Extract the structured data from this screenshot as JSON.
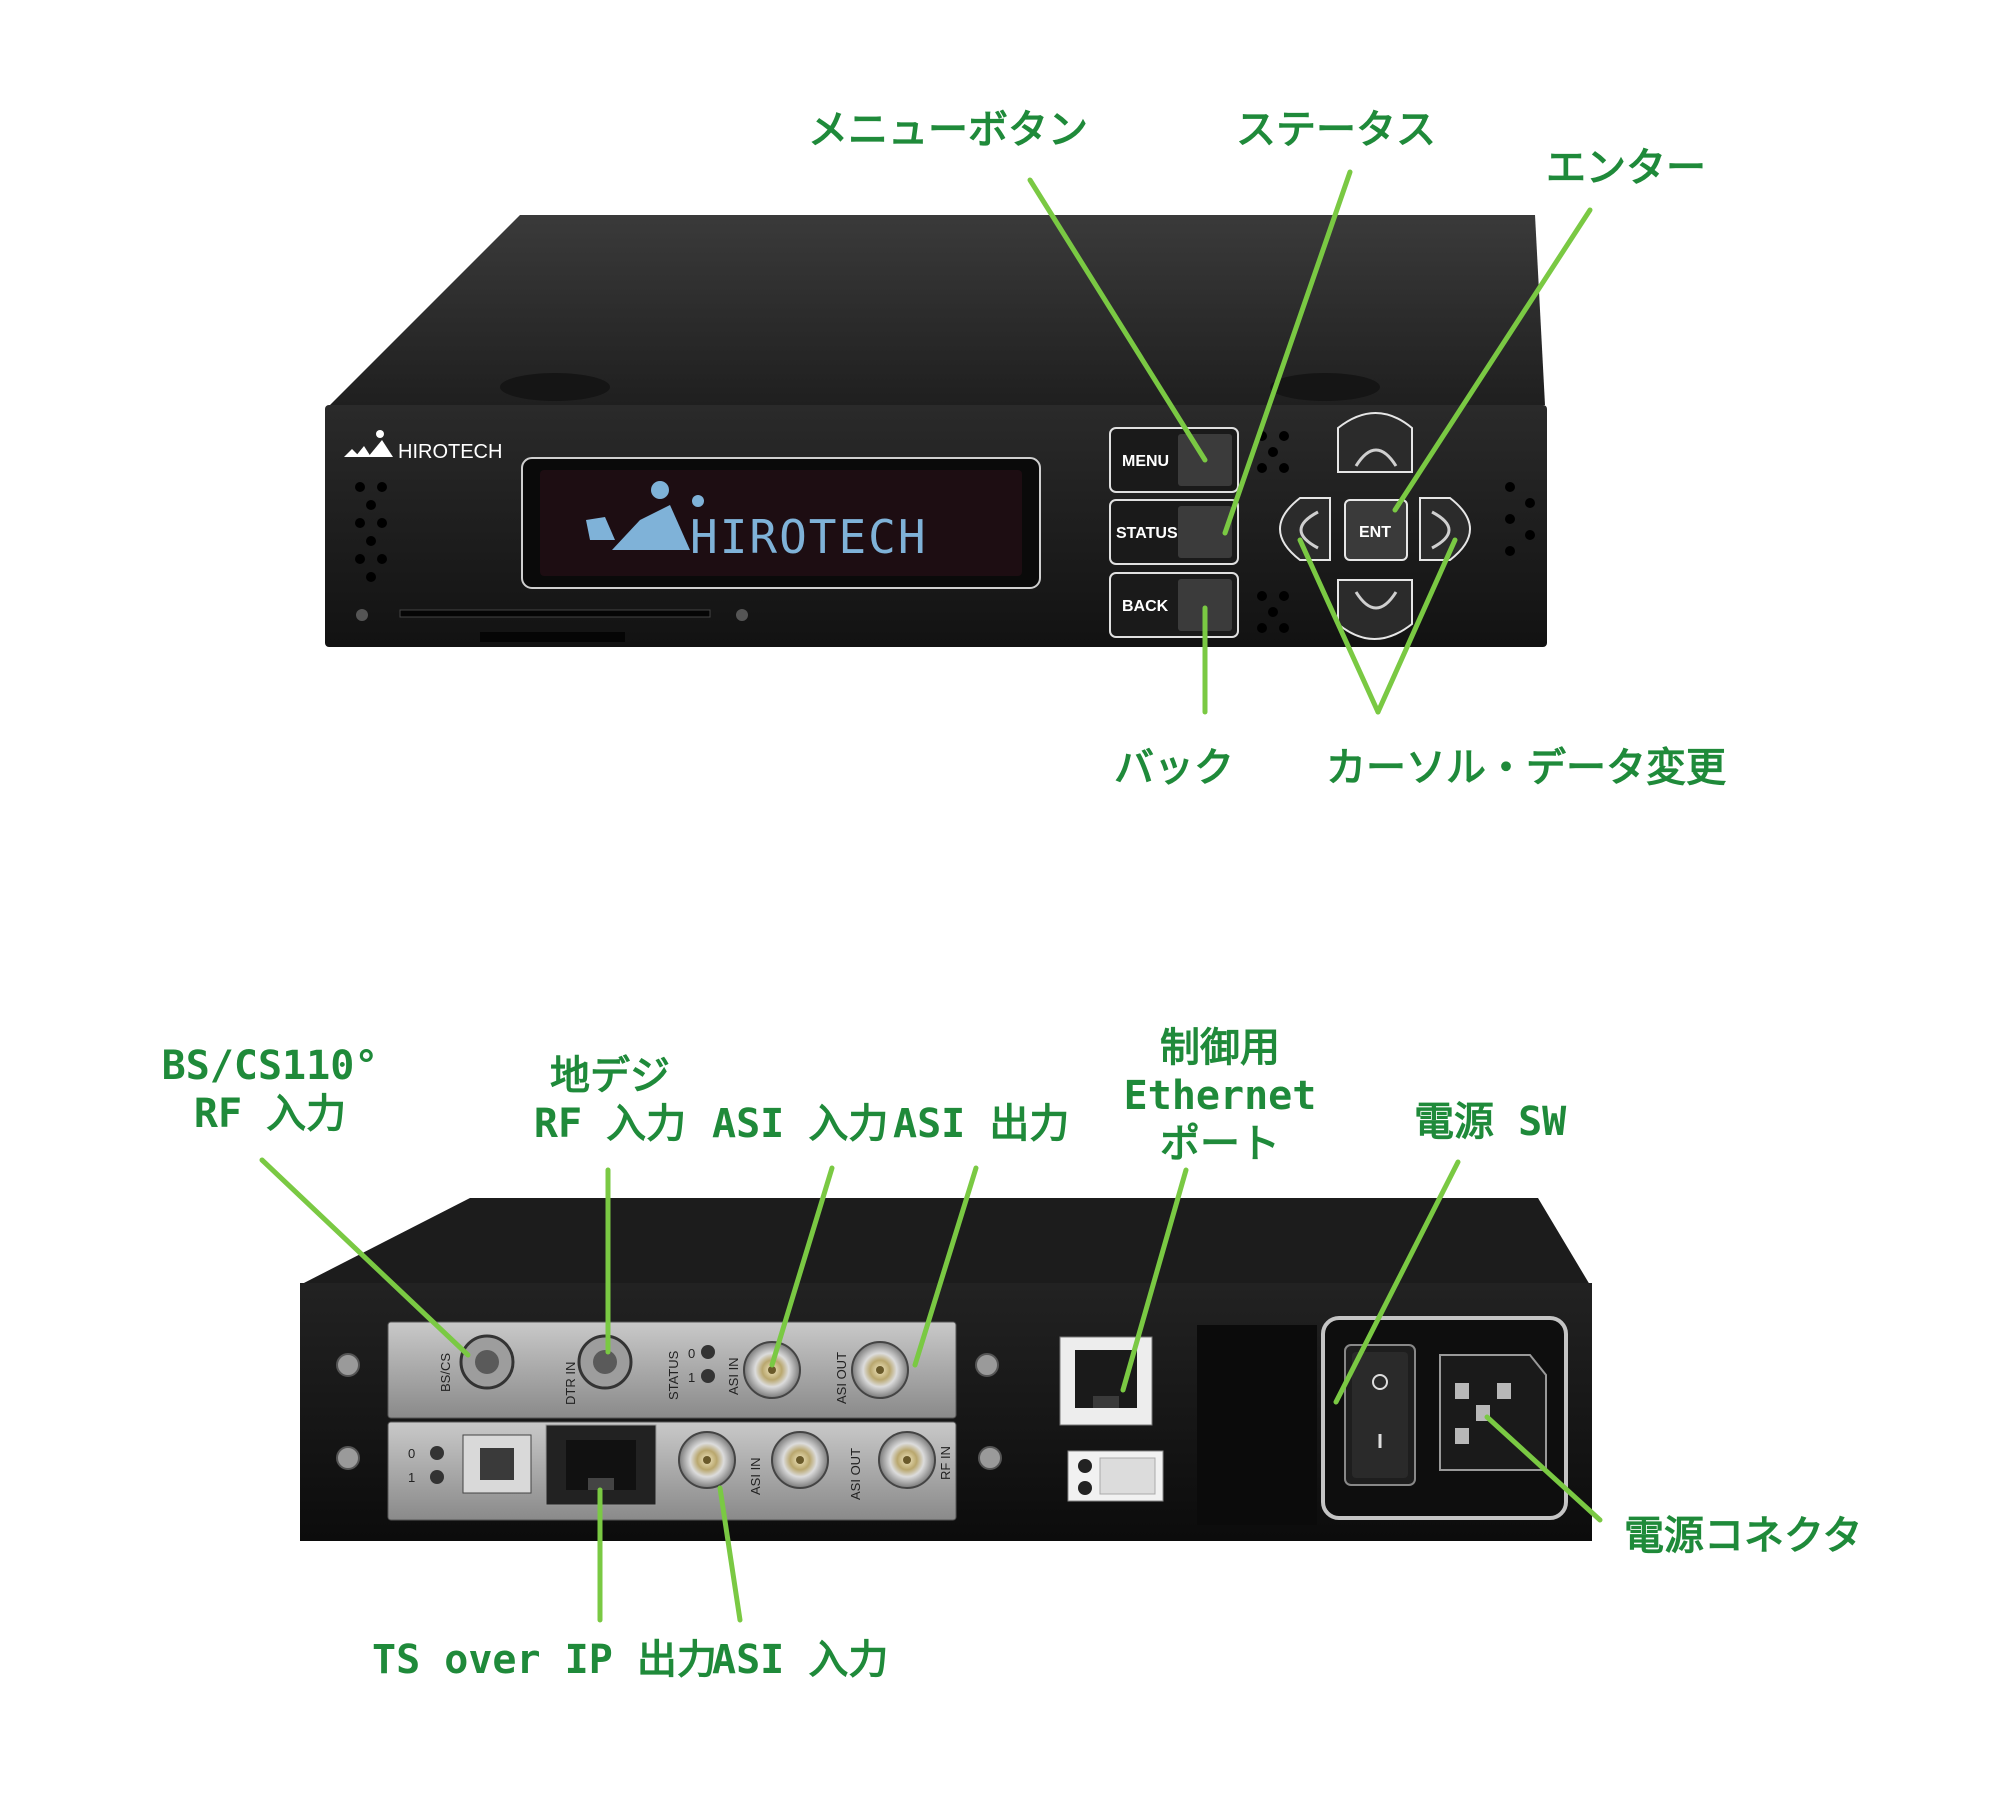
{
  "front_panel": {
    "brand": "HIROTECH",
    "lcd_text": "HIROTECH",
    "buttons": {
      "menu": "MENU",
      "status": "STATUS",
      "back": "BACK",
      "enter": "ENT"
    }
  },
  "front_callouts": {
    "menu_button": "メニューボタン",
    "status": "ステータス",
    "enter": "エンター",
    "back": "バック",
    "cursor_data": "カーソル・データ変更"
  },
  "rear_panel": {
    "labels": {
      "bs_cs": "BS/CS",
      "dtr_in": "DTR IN",
      "status": "STATUS",
      "asi_in": "ASI IN",
      "asi_out": "ASI OUT",
      "rf_in": "RF IN",
      "led_1": "1",
      "led_0": "0"
    }
  },
  "rear_callouts": {
    "bs_cs_line1": "BS/CS110°",
    "bs_cs_line2": "RF 入力",
    "terrestrial_line1": "地デジ",
    "terrestrial_line2": "RF 入力",
    "asi_input_top": "ASI 入力",
    "asi_output": "ASI 出力",
    "ethernet_line1": "制御用",
    "ethernet_line2": "Ethernet",
    "ethernet_line3": "ポート",
    "power_sw": "電源 SW",
    "power_connector": "電源コネクタ",
    "ts_over_ip": "TS over IP 出力",
    "asi_input_bottom": "ASI 入力"
  },
  "colors": {
    "callout_text": "#1f8a3a",
    "leader_line": "#7ac943",
    "chassis": "#1c1c1c",
    "lcd_text": "#7fb2d8"
  }
}
